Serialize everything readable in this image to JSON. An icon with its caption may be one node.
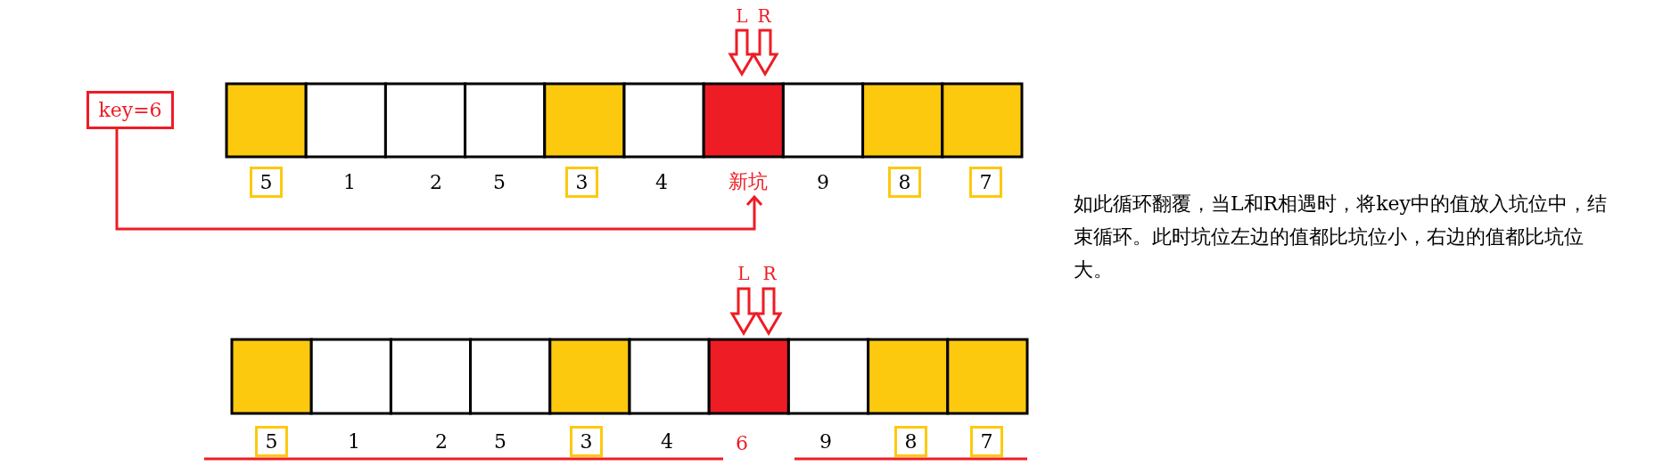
{
  "diagram": {
    "nodes": [
      {
        "text": [
          "key=6"
        ]
      },
      {
        "text": [
          "5"
        ]
      },
      {
        "text": [
          "3"
        ]
      },
      {
        "text": [
          "新坑"
        ]
      },
      {
        "text": [
          "8"
        ]
      },
      {
        "text": [
          "7"
        ]
      },
      {
        "text": [
          "5"
        ]
      },
      {
        "text": [
          "3"
        ]
      },
      {
        "text": [
          "8"
        ]
      },
      {
        "text": [
          "7"
        ]
      }
    ],
    "edges": [
      {
        "from": 0,
        "to": 3,
        "arrow": "to"
      }
    ],
    "labels": [
      "L",
      "R",
      "1",
      "2",
      "5",
      "4",
      "9",
      "如此循环翻覆，当L和R相遇时，将key中的值放入坑位中，结束循环。此时坑位左边的值都比坑位小，右边的值都比坑位大。",
      "L",
      "R",
      "1",
      "2",
      "5",
      "4",
      "6",
      "9"
    ]
  }
}
